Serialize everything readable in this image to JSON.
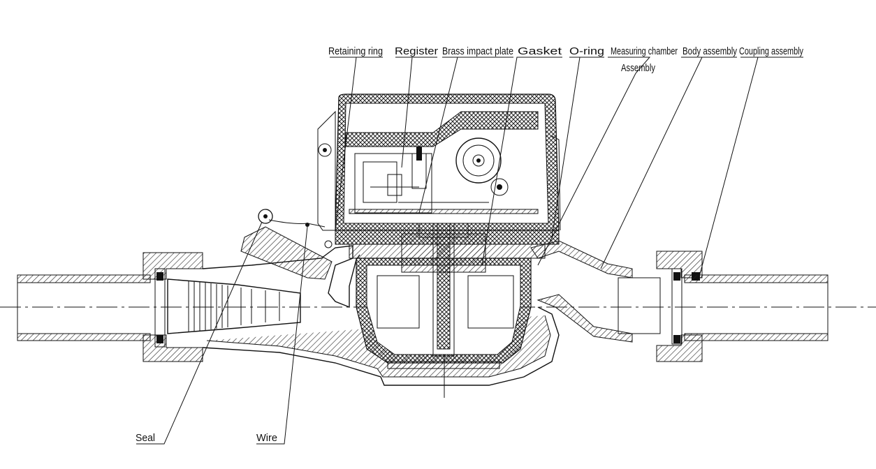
{
  "diagram": {
    "labels": {
      "retaining_ring": "Retaining ring",
      "register": "Register",
      "brass_impact_plate": "Brass impact plate",
      "gasket": "Gasket",
      "o_ring": "O-ring",
      "measuring_chamber_line1": "Measuring chamber",
      "measuring_chamber_line2": "Assembly",
      "body_assembly": "Body assembly",
      "coupling_assembly": "Coupling assembly",
      "seal": "Seal",
      "wire": "Wire"
    }
  }
}
